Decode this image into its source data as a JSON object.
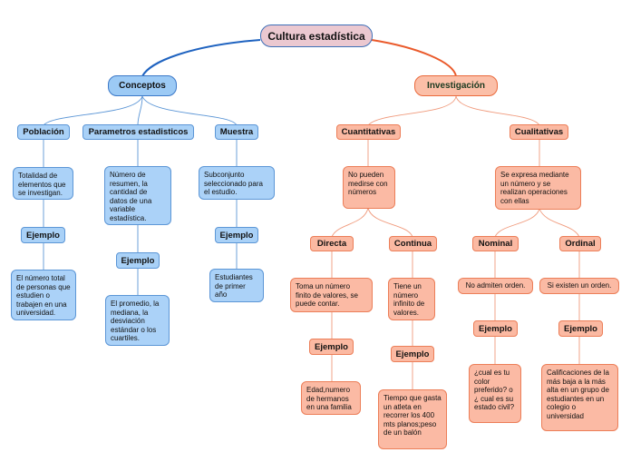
{
  "colors": {
    "blue_branch": "#1f63c0",
    "orange_branch": "#ea5a2b",
    "blue_fill": "#a9d1f7",
    "orange_fill": "#fbb9a2",
    "root_fill": "#ebc8d0"
  },
  "root": {
    "label": "Cultura estadística"
  },
  "conceptos": {
    "label": "Conceptos",
    "poblacion": {
      "label": "Población",
      "desc": "Totalidad de elementos que se investigan.",
      "ejemplo": "Ejemplo",
      "ejemplo_text": "El número total de personas que estudien o trabajen en una universidad."
    },
    "parametros": {
      "label": "Parametros estadisticos",
      "desc": "Número de resumen, la cantidad de datos de una variable estadística.",
      "ejemplo": "Ejemplo",
      "ejemplo_text": "El promedio, la mediana, la desviación estándar o los cuartiles."
    },
    "muestra": {
      "label": "Muestra",
      "desc": "Subconjunto seleccionado para el estudio.",
      "ejemplo": "Ejemplo",
      "ejemplo_text": "Estudiantes de primer año"
    }
  },
  "investigacion": {
    "label": "Investigación",
    "cuantitativas": {
      "label": "Cuantitativas",
      "desc": "No pueden medirse con números",
      "directa": {
        "label": "Directa",
        "desc": "Toma un número finito de valores, se puede contar.",
        "ejemplo": "Ejemplo",
        "ejemplo_text": "Edad,numero de hermanos en una familia"
      },
      "continua": {
        "label": "Continua",
        "desc": "Tiene un número infinito de valores.",
        "ejemplo": "Ejemplo",
        "ejemplo_text": "Tiempo que gasta un atleta en recorrer los 400 mts planos;peso de un balón"
      }
    },
    "cualitativas": {
      "label": "Cualitativas",
      "desc": "Se expresa mediante un número y se realizan operaciones con ellas",
      "nominal": {
        "label": "Nominal",
        "desc": "No admiten orden.",
        "ejemplo": "Ejemplo",
        "ejemplo_text": "¿cual es tu color preferido? o ¿ cual es su estado civil?"
      },
      "ordinal": {
        "label": "Ordinal",
        "desc": "Si existen un orden.",
        "ejemplo": "Ejemplo",
        "ejemplo_text": "Calificaciones  de la más baja a la más alta en un grupo de estudiantes en un colegio o universidad"
      }
    }
  }
}
